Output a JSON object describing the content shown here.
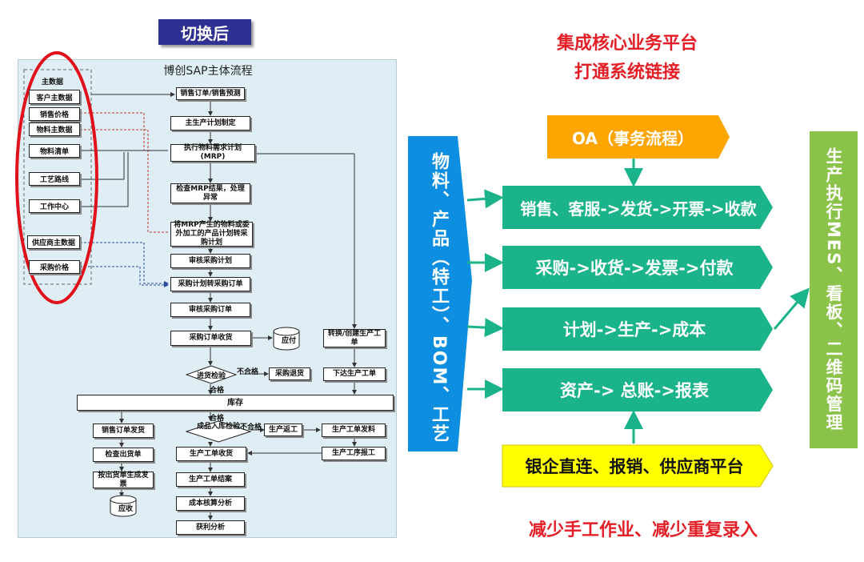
{
  "left": {
    "tag": "切换后",
    "title": "博创SAP主体流程",
    "master": {
      "header": "主数据",
      "items": [
        "客户主数据",
        "销售价格",
        "物料主数据",
        "物料清单",
        "工艺路线",
        "工作中心",
        "供应商主数据",
        "采购价格"
      ]
    },
    "flow": {
      "sales_order": "销售订单/销售预测",
      "mps": "主生产计划制定",
      "mrp": "执行物料需求计划(MRP)",
      "check_mrp": "检查MRP结果，处理异常",
      "convert": "将MRP产生的物料或委外加工的产品计划转采购计划",
      "review_plan": "审核采购计划",
      "plan_to_po": "采购计划转采购订单",
      "review_po": "审核采购订单",
      "po_receipt": "采购订单收货",
      "payable": "应付",
      "return": "采购退货",
      "inspection": "进货检验",
      "unqualified": "不合格",
      "qualified": "合格",
      "convert_prod": "转换/创建生产工单",
      "release_prod": "下达生产工单",
      "inventory": "库存",
      "so_delivery": "销售订单发货",
      "check_delivery": "检查出货单",
      "invoice": "按出货单生成发票",
      "receivable": "应收",
      "fg_inspection": "成品入库检验",
      "rework": "生产返工",
      "prod_issue": "生产工单发料",
      "prod_receipt": "生产工单收货",
      "prod_report": "生产工序报工",
      "prod_close": "生产工单结案",
      "cost": "成本核算分析",
      "profit": "获利分析"
    }
  },
  "right": {
    "title1": "集成核心业务平台",
    "title2": "打通系统链接",
    "oa": "OA（事务流程）",
    "left_bar": "物料、产品（特工）、BOM、工艺",
    "rows": [
      "销售、客服->发货->开票->收款",
      "采购->收货->发票->付款",
      "计划->生产->成本",
      "资产-> 总账->报表"
    ],
    "bank": "银企直连、报销、供应商平台",
    "right_bar": "生产执行MES、看板、二维码管理",
    "bottom": "减少手工作业、减少重复录入",
    "colors": {
      "blue": "#0d8ee0",
      "teal": "#1ab38a",
      "orange": "#ffa500",
      "yellow": "#ffff00",
      "green": "#8bc34a",
      "red": "#e41e26"
    }
  }
}
